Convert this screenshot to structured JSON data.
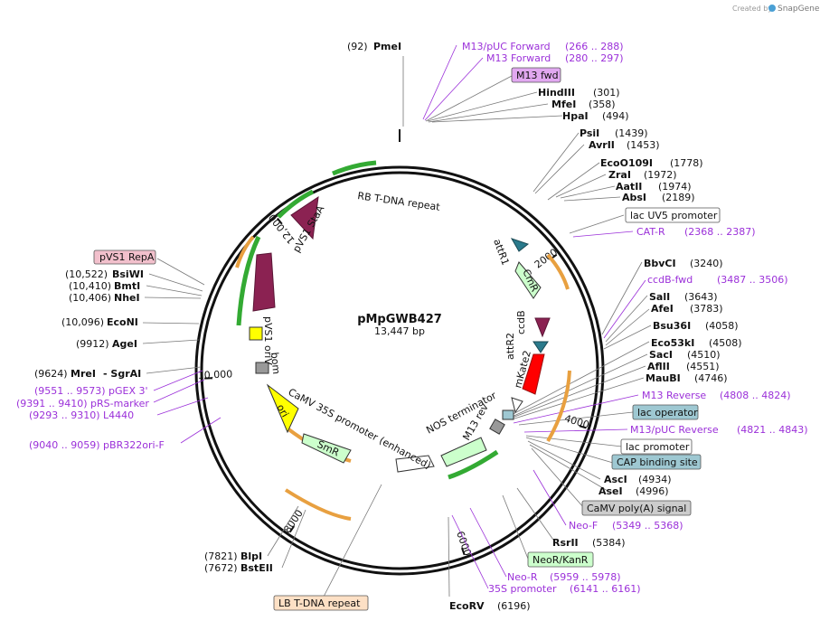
{
  "credit": {
    "prefix": "Created by",
    "brand": "SnapGene"
  },
  "plasmid": {
    "name": "pMpGWB427",
    "length_label": "13,447 bp",
    "length": 13447
  },
  "ticks": [
    {
      "label": "2000",
      "pos": 2000
    },
    {
      "label": "4000",
      "pos": 4000
    },
    {
      "label": "6000",
      "pos": 6000
    },
    {
      "label": "8000",
      "pos": 8000
    },
    {
      "label": "10,000",
      "pos": 10000
    },
    {
      "label": "12,000",
      "pos": 12000
    }
  ],
  "features": [
    {
      "name": "RB T-DNA repeat",
      "box": false,
      "color": "#f5d9bf",
      "text": "RB T-DNA repeat"
    },
    {
      "name": "pVS1 StaA",
      "color": "#8b2252",
      "text": "pVS1 StaA"
    },
    {
      "name": "pVS1 oriV",
      "color": "#8b2252",
      "text": "pVS1 oriV"
    },
    {
      "name": "bom",
      "color": "#999999",
      "text": "bom"
    },
    {
      "name": "ori",
      "color": "#ffff00",
      "text": "ori"
    },
    {
      "name": "CaMV 35S promoter (enhanced)",
      "color": "#ffffff",
      "text": "CaMV 35S promoter (enhanced)"
    },
    {
      "name": "SmR",
      "color": "#ccffcc",
      "text": "SmR"
    },
    {
      "name": "NOS terminator",
      "color": "#ffffff",
      "text": "NOS terminator"
    },
    {
      "name": "M13 rev",
      "color": "#999999",
      "text": "M13 rev"
    },
    {
      "name": "attR1",
      "color": "#2a7a8c",
      "text": "attR1"
    },
    {
      "name": "CmR",
      "color": "#ccffcc",
      "text": "CmR"
    },
    {
      "name": "ccdB",
      "color": "#8b2252",
      "text": "ccdB"
    },
    {
      "name": "attR2",
      "color": "#2a7a8c",
      "text": "attR2"
    },
    {
      "name": "mKate2",
      "color": "#ff0000",
      "text": "mKate2"
    }
  ],
  "labels_left": [
    {
      "pos": "(92)",
      "name": "PmeI"
    },
    {
      "box": "pVS1 RepA",
      "box_color": "#f2c0cc"
    },
    {
      "pos": "(10,522)",
      "name": "BsiWI"
    },
    {
      "pos": "(10,410)",
      "name": "BmtI"
    },
    {
      "pos": "(10,406)",
      "name": "NheI"
    },
    {
      "pos": "(10,096)",
      "name": "EcoNI"
    },
    {
      "pos": "(9912)",
      "name": "AgeI"
    },
    {
      "pos": "(9624)",
      "name": "MreI",
      "extra": "- SgrAI"
    },
    {
      "primer": "(9551 .. 9573)  pGEX 3'"
    },
    {
      "primer": "(9391 .. 9410)  pRS-marker"
    },
    {
      "primer": "(9293 .. 9310)  L4440"
    },
    {
      "primer": "(9040 .. 9059)  pBR322ori-F"
    },
    {
      "pos": "(7821)",
      "name": "BlpI"
    },
    {
      "pos": "(7672)",
      "name": "BstEII"
    },
    {
      "box": "LB T-DNA repeat",
      "box_color": "#fde0c5"
    }
  ],
  "labels_right": [
    {
      "primer": "M13/pUC Forward",
      "range": "(266 .. 288)"
    },
    {
      "primer": "M13 Forward",
      "range": "(280 .. 297)"
    },
    {
      "box": "M13 fwd",
      "box_color": "#e1a8f0"
    },
    {
      "name": "HindIII",
      "pos": "(301)"
    },
    {
      "name": "MfeI",
      "pos": "(358)"
    },
    {
      "name": "HpaI",
      "pos": "(494)"
    },
    {
      "name": "PsiI",
      "pos": "(1439)"
    },
    {
      "name": "AvrII",
      "pos": "(1453)"
    },
    {
      "name": "EcoO109I",
      "pos": "(1778)"
    },
    {
      "name": "ZraI",
      "pos": "(1972)"
    },
    {
      "name": "AatII",
      "pos": "(1974)"
    },
    {
      "name": "AbsI",
      "pos": "(2189)"
    },
    {
      "box": "lac UV5 promoter",
      "box_color": "#ffffff"
    },
    {
      "primer": "CAT-R",
      "range": "(2368 .. 2387)"
    },
    {
      "name": "BbvCI",
      "pos": "(3240)"
    },
    {
      "primer": "ccdB-fwd",
      "range": "(3487 .. 3506)"
    },
    {
      "name": "SalI",
      "pos": "(3643)"
    },
    {
      "name": "AfeI",
      "pos": "(3783)"
    },
    {
      "name": "Bsu36I",
      "pos": "(4058)"
    },
    {
      "name": "Eco53kI",
      "pos": "(4508)"
    },
    {
      "name": "SacI",
      "pos": "(4510)"
    },
    {
      "name": "AflII",
      "pos": "(4551)"
    },
    {
      "name": "MauBI",
      "pos": "(4746)"
    },
    {
      "primer": "M13 Reverse",
      "range": "(4808 .. 4824)"
    },
    {
      "box": "lac operator",
      "box_color": "#9ec8d2"
    },
    {
      "primer": "M13/pUC Reverse",
      "range": "(4821 .. 4843)"
    },
    {
      "box": "lac promoter",
      "box_color": "#ffffff"
    },
    {
      "box": "CAP binding site",
      "box_color": "#9ec8d2"
    },
    {
      "name": "AscI",
      "pos": "(4934)"
    },
    {
      "name": "AseI",
      "pos": "(4996)"
    },
    {
      "box": "CaMV poly(A) signal",
      "box_color": "#cccccc"
    },
    {
      "primer": "Neo-F",
      "range": "(5349 .. 5368)"
    },
    {
      "name": "RsrII",
      "pos": "(5384)"
    },
    {
      "box": "NeoR/KanR",
      "box_color": "#ccffcc"
    },
    {
      "primer": "Neo-R",
      "range": "(5959 .. 5978)"
    },
    {
      "primer": "35S promoter",
      "range": "(6141 .. 6161)"
    },
    {
      "name": "EcoRV",
      "pos": "(6196)"
    }
  ],
  "colors": {
    "primer": "#9b30d9",
    "ring": "#111111",
    "green_arrow": "#33aa33",
    "orange_arrow": "#e8a040"
  }
}
